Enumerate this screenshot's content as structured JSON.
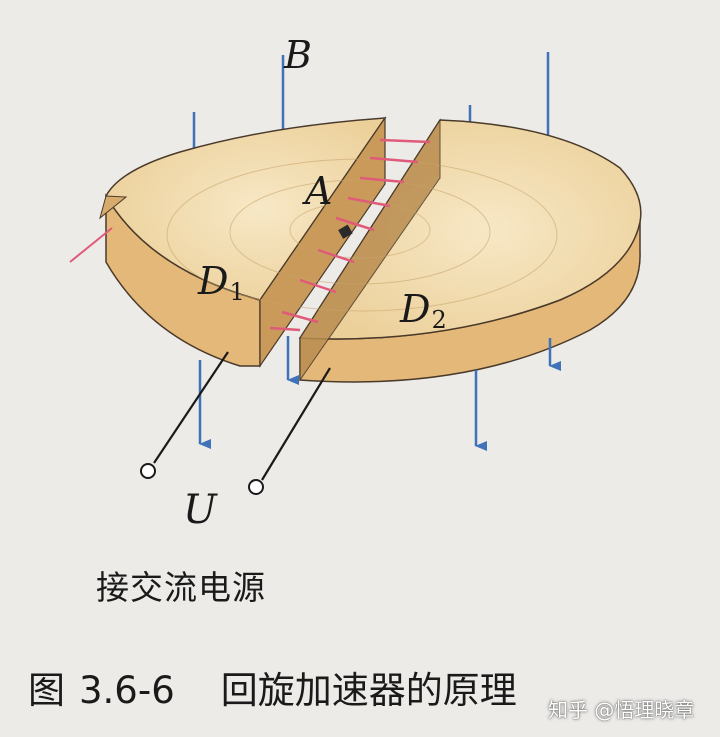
{
  "labels": {
    "B": "B",
    "A": "A",
    "D1": "D",
    "D1_sub": "1",
    "D2": "D",
    "D2_sub": "2",
    "U": "U"
  },
  "source_label": "接交流电源",
  "caption": {
    "figure": "图",
    "number": "3.6-6",
    "title": "回旋加速器的原理"
  },
  "watermark": "知乎 @悟理晓章",
  "colors": {
    "field_lines": "#3f72b8",
    "dee_top": "#f1ddb0",
    "dee_side": "#e4b879",
    "gap_orbit": "#e05a7a",
    "background": "#ecebe8"
  }
}
